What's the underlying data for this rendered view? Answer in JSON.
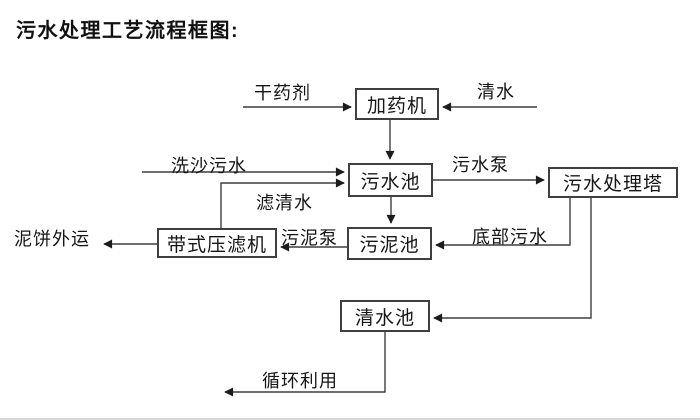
{
  "page": {
    "title": "污水处理工艺流程框图:"
  },
  "diagram": {
    "nodes": [
      {
        "id": "dosing-machine",
        "label": "加药机"
      },
      {
        "id": "sewage-pool",
        "label": "污水池"
      },
      {
        "id": "treatment-tower",
        "label": "污水处理塔"
      },
      {
        "id": "belt-filter-press",
        "label": "带式压滤机"
      },
      {
        "id": "sludge-pool",
        "label": "污泥池"
      },
      {
        "id": "clean-water-pool",
        "label": "清水池"
      }
    ],
    "edge_labels": [
      {
        "id": "dry-agent",
        "label": "干药剂"
      },
      {
        "id": "clean-water",
        "label": "清水"
      },
      {
        "id": "sand-wash-sewage",
        "label": "洗沙污水"
      },
      {
        "id": "filtered-water",
        "label": "滤清水"
      },
      {
        "id": "sewage-pump",
        "label": "污水泵"
      },
      {
        "id": "mud-cake-out",
        "label": "泥饼外运"
      },
      {
        "id": "sludge-pump",
        "label": "污泥泵"
      },
      {
        "id": "bottom-sewage",
        "label": "底部污水"
      },
      {
        "id": "recycle-use",
        "label": "循环利用"
      }
    ],
    "flows": [
      "干药剂 → 加药机",
      "清水 → 加药机",
      "加药机 → 污水池",
      "洗沙污水 → 污水池",
      "带式压滤机 →(滤清水)→ 污水池",
      "污水池 →(污水泵)→ 污水处理塔",
      "污水池 → 污泥池",
      "污水处理塔 →(底部污水)→ 污泥池",
      "污泥池 →(污泥泵)→ 带式压滤机",
      "带式压滤机 → 泥饼外运",
      "污水处理塔 → 清水池",
      "清水池 → 循环利用"
    ],
    "colors": {
      "background": "#ffffff",
      "line": "#3f3f3f",
      "arrowhead": "#1c1c1c",
      "box_border": "#3f3f3f",
      "box_fill": "#ffffff",
      "text": "#161616"
    }
  }
}
